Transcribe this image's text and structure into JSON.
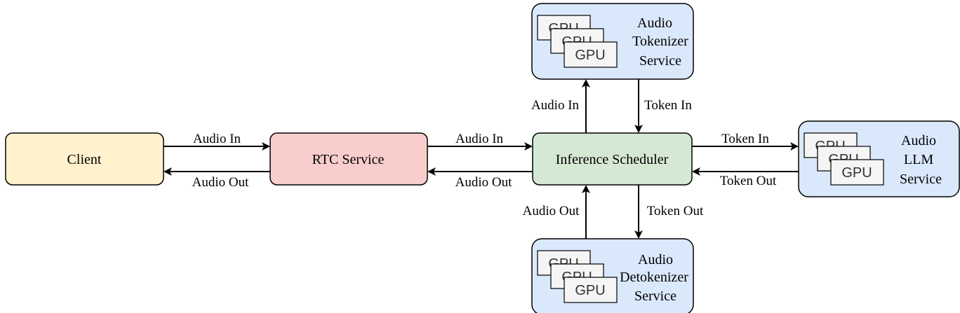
{
  "colors": {
    "client_fill": "#fff2cc",
    "rtc_fill": "#f8cecc",
    "scheduler_fill": "#d5e8d4",
    "service_fill": "#dae8fc",
    "gpu_fill": "#f5f5f5",
    "stroke": "#000000"
  },
  "nodes": {
    "client": {
      "label": "Client"
    },
    "rtc": {
      "label": "RTC Service"
    },
    "scheduler": {
      "label": "Inference Scheduler"
    },
    "tokenizer": {
      "lines": [
        "Audio",
        "Tokenizer",
        "Service"
      ],
      "gpu_label": "GPU"
    },
    "llm": {
      "lines": [
        "Audio",
        "LLM",
        "Service"
      ],
      "gpu_label": "GPU"
    },
    "detokenizer": {
      "lines": [
        "Audio",
        "Detokenizer",
        "Service"
      ],
      "gpu_label": "GPU"
    }
  },
  "edges": {
    "client_to_rtc": "Audio In",
    "rtc_to_client": "Audio Out",
    "rtc_to_scheduler": "Audio In",
    "scheduler_to_rtc": "Audio Out",
    "scheduler_to_tokenizer": "Audio In",
    "tokenizer_to_scheduler": "Token In",
    "scheduler_to_llm": "Token In",
    "llm_to_scheduler": "Token Out",
    "scheduler_to_detokenizer": "Token Out",
    "detokenizer_to_scheduler": "Audio Out"
  }
}
